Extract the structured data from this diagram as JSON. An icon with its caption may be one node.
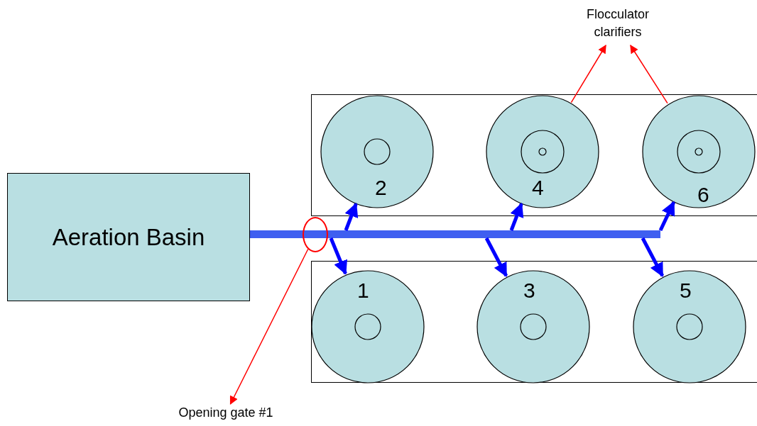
{
  "diagram": {
    "nodes": [
      {
        "text": [
          "Flocculator clarifiers"
        ]
      },
      {
        "text": [],
        "shape": "box"
      },
      {
        "text": [
          "2"
        ],
        "in": 1
      },
      {
        "text": [
          "4"
        ],
        "in": 1
      },
      {
        "text": [
          "6"
        ],
        "in": 1
      },
      {
        "text": [
          "Aeration Basin"
        ]
      },
      {
        "text": [],
        "shape": "bar"
      },
      {
        "text": [],
        "shape": "circle"
      },
      {
        "text": [],
        "shape": "box"
      },
      {
        "text": [
          "1"
        ],
        "in": 8
      },
      {
        "text": [
          "3"
        ],
        "in": 8
      },
      {
        "text": [
          "5"
        ],
        "in": 8
      },
      {
        "text": [
          "Opening gate #1"
        ]
      }
    ],
    "edges": [
      {
        "from": 6,
        "to": 9,
        "arrow": "to"
      },
      {
        "from": 6,
        "to": 2,
        "arrow": "to"
      },
      {
        "from": 6,
        "to": 10,
        "arrow": "to"
      },
      {
        "from": 6,
        "to": 3,
        "arrow": "to"
      },
      {
        "from": 6,
        "to": 11,
        "arrow": "to"
      },
      {
        "from": 6,
        "to": 4,
        "arrow": "to"
      },
      {
        "from": 3,
        "to": 0,
        "arrow": "to",
        "color": "#ff0000"
      },
      {
        "from": 4,
        "to": 0,
        "arrow": "to",
        "color": "#ff0000"
      },
      {
        "from": 7,
        "to": 12,
        "arrow": "to",
        "color": "#ff0000"
      }
    ]
  }
}
